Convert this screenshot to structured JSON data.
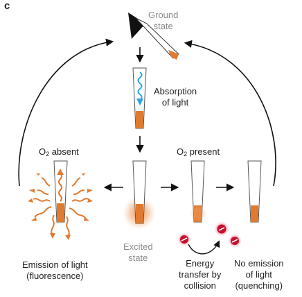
{
  "panel_letter": "c",
  "labels": {
    "ground_state_line1": "Ground",
    "ground_state_line2": "state",
    "absorption_line1": "Absorption",
    "absorption_line2": "of light",
    "o2_absent_prefix": "O",
    "o2_absent_sub": "2",
    "o2_absent_suffix": " absent",
    "o2_present_prefix": "O",
    "o2_present_sub": "2",
    "o2_present_suffix": " present",
    "excited_line1": "Excited",
    "excited_line2": "state",
    "emission_line1": "Emission of light",
    "emission_line2": "(fluorescence)",
    "energy_line1": "Energy",
    "energy_line2": "transfer by",
    "energy_line3": "collision",
    "noemission_line1": "No emission",
    "noemission_line2": "of light",
    "noemission_line3": "(quenching)"
  },
  "colors": {
    "orange": "#e07a2e",
    "blue": "#2aa7df",
    "red": "#c8102e",
    "black": "#111111",
    "grey_text": "#8a8a8a"
  }
}
